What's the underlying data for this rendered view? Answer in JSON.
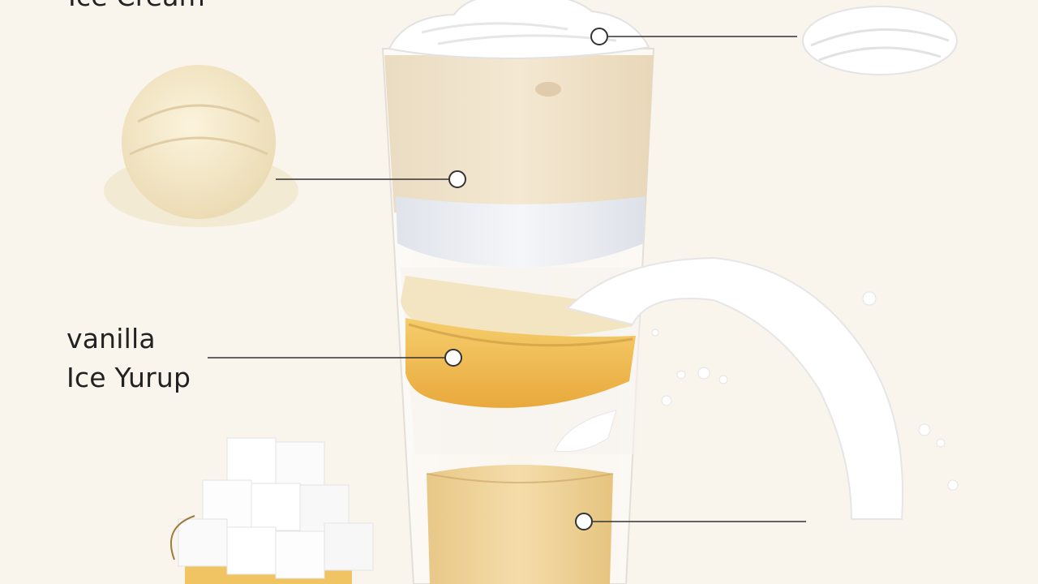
{
  "labels": {
    "top_left": "Ice Cream",
    "middle_left_line1": "vanilla",
    "middle_left_line2": "Ice Yurup"
  },
  "colors": {
    "background": "#f9f4ec",
    "cream_layer": "#f1e4cc",
    "milk_layer": "#e9ecf2",
    "syrup_layer": "#f0bd55",
    "base_layer": "#f0d49c",
    "leader_line": "#333333"
  },
  "components": [
    "whipped-cream",
    "vanilla-ice-cream",
    "milk",
    "vanilla-syrup",
    "sugar-cubes",
    "milk-splash"
  ]
}
